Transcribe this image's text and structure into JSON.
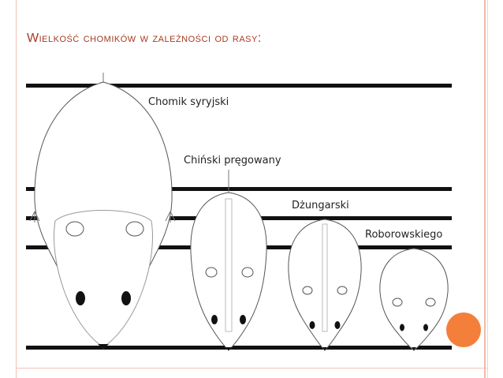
{
  "slide": {
    "title": "Wielkość chomików w zależności od rasy:"
  },
  "figure": {
    "labels": {
      "syrian": "Chomik syryjski",
      "chinese": "Chiński pręgowany",
      "dzungarian": "Dżungarski",
      "roborovski": "Roborowskiego"
    }
  },
  "colors": {
    "title": "#a63a22",
    "accent_dot": "#f47f3a",
    "border": "#f2c4b6"
  }
}
